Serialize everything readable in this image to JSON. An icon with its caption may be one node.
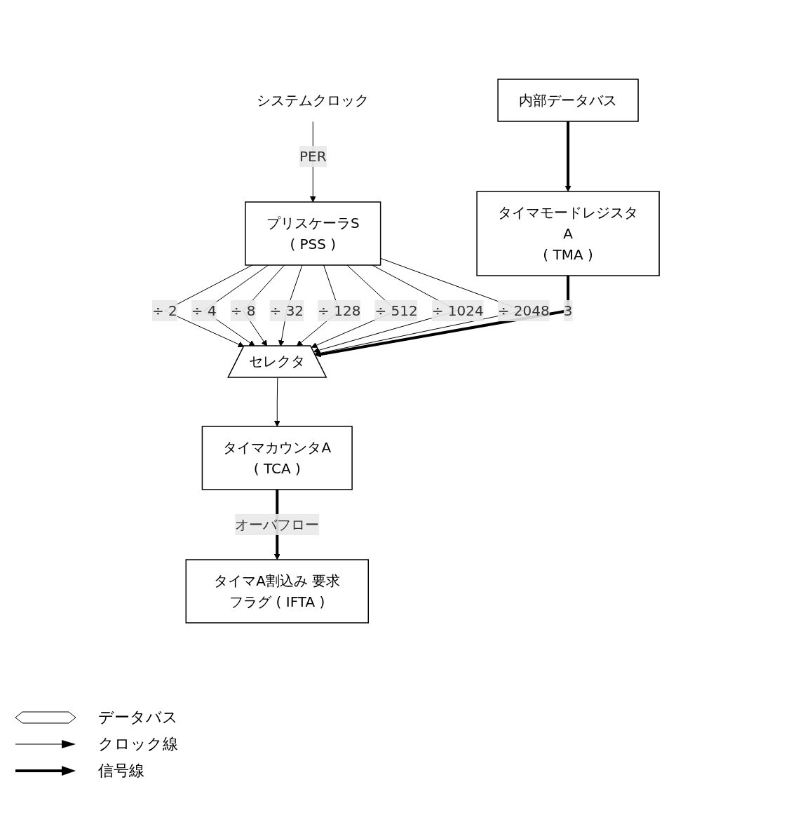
{
  "diagram": {
    "nodes": [
      {
        "text": [
          "システムクロック"
        ]
      },
      {
        "text": [
          "プリスケーラS",
          "( PSS )"
        ]
      },
      {
        "text": [
          "セレクタ"
        ]
      },
      {
        "text": [
          "タイマカウンタA",
          "( TCA )"
        ]
      },
      {
        "text": [
          "タイマA割込み 要求フラグ ( IFTA )"
        ]
      },
      {
        "text": [
          "タイマモードレジスタA",
          "( TMA )"
        ]
      },
      {
        "text": [
          "内部データバス"
        ]
      }
    ],
    "edges": [
      {
        "from": 0,
        "to": 1,
        "arrow": "to",
        "label": "PER"
      },
      {
        "from": 1,
        "to": 2,
        "arrow": "to",
        "label": "÷ 2"
      },
      {
        "from": 1,
        "to": 2,
        "arrow": "to",
        "label": "÷ 4"
      },
      {
        "from": 1,
        "to": 2,
        "arrow": "to",
        "label": "÷ 8"
      },
      {
        "from": 1,
        "to": 2,
        "arrow": "to",
        "label": "÷ 32"
      },
      {
        "from": 1,
        "to": 2,
        "arrow": "to",
        "label": "÷ 128"
      },
      {
        "from": 1,
        "to": 2,
        "arrow": "to",
        "label": "÷ 512"
      },
      {
        "from": 1,
        "to": 2,
        "arrow": "to",
        "label": "÷ 1024"
      },
      {
        "from": 1,
        "to": 2,
        "arrow": "to",
        "label": "÷ 2048"
      },
      {
        "from": 2,
        "to": 3,
        "arrow": "to"
      },
      {
        "from": 3,
        "to": 4,
        "arrow": "to",
        "label": "オーバフロー",
        "style": "thick"
      },
      {
        "from": 5,
        "to": 2,
        "arrow": "to",
        "label": "3",
        "style": "thick"
      },
      {
        "from": 6,
        "to": 5,
        "arrow": "to",
        "style": "thick"
      }
    ],
    "legend": [
      {
        "text": "データバス"
      },
      {
        "text": "クロック線"
      },
      {
        "text": "信号線"
      }
    ]
  }
}
